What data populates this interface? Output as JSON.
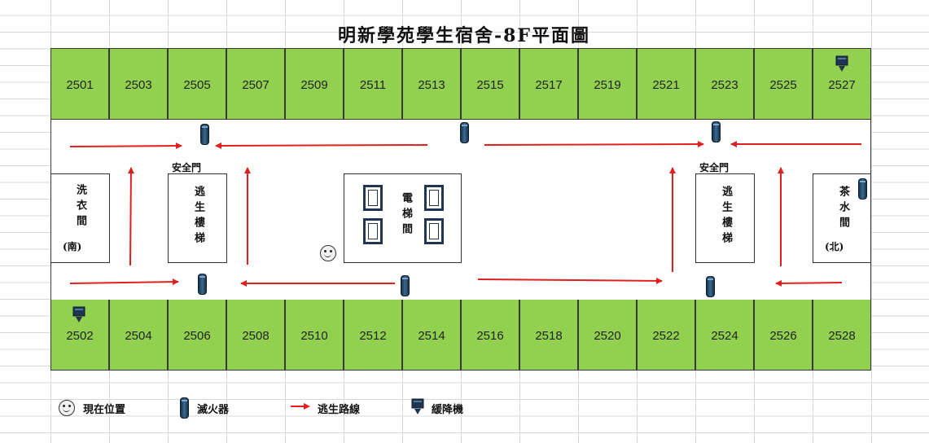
{
  "title": "明新學苑學生宿舍-8F平面圖",
  "rooms_top": [
    "2501",
    "2503",
    "2505",
    "2507",
    "2509",
    "2511",
    "2513",
    "2515",
    "2517",
    "2519",
    "2521",
    "2523",
    "2525",
    "2527"
  ],
  "rooms_bottom": [
    "2502",
    "2504",
    "2506",
    "2508",
    "2510",
    "2512",
    "2514",
    "2516",
    "2518",
    "2520",
    "2522",
    "2524",
    "2526",
    "2528"
  ],
  "laundry_label": "洗衣間",
  "laundry_dir": "(南)",
  "stair_label": "逃生樓梯",
  "safety_door_label": "安全門",
  "elevator_label": "電梯間",
  "tea_label": "茶水間",
  "tea_dir": "(北)",
  "colors": {
    "room": "#92d050",
    "arrow": "#e02020",
    "icon": "#1f3550"
  },
  "legend": {
    "current": "現在位置",
    "extinguisher": "滅火器",
    "route": "逃生路線",
    "descender": "緩降機"
  }
}
